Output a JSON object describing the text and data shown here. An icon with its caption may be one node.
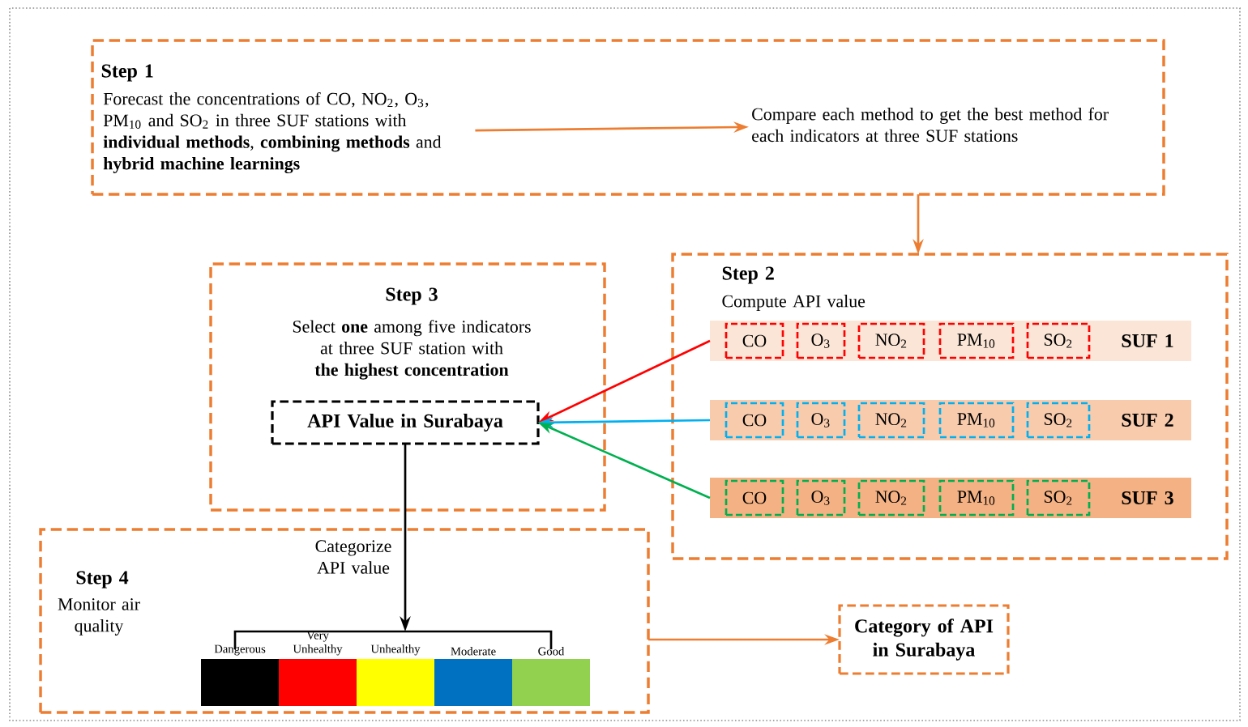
{
  "diagram": {
    "nodes": [
      {
        "text": [
          "Step 1"
        ]
      },
      {
        "text": [
          "Forecast the concentrations of CO, NO$_{2}$, O$_{3}$, PM$_{10}$ and SO$_{2}$ in three SUF stations with **individual methods**, **combining methods** and **hybrid machine learnings**"
        ],
        "in": 0
      },
      {
        "text": [
          "Compare each method to get the best method for each indicators at three SUF stations"
        ],
        "in": 0
      },
      {
        "text": [
          "Step 2",
          "Compute API value"
        ]
      },
      {
        "text": [
          "SUF 1"
        ],
        "in": 3
      },
      {
        "text": [
          "CO"
        ],
        "in": 4
      },
      {
        "text": [
          "O$_{3}$"
        ],
        "in": 4
      },
      {
        "text": [
          "NO$_{2}$"
        ],
        "in": 4
      },
      {
        "text": [
          "PM$_{10}$"
        ],
        "in": 4
      },
      {
        "text": [
          "SO$_{2}$"
        ],
        "in": 4
      },
      {
        "text": [
          "SUF 2"
        ],
        "in": 3
      },
      {
        "text": [
          "CO"
        ],
        "in": 10
      },
      {
        "text": [
          "O$_{3}$"
        ],
        "in": 10
      },
      {
        "text": [
          "NO$_{2}$"
        ],
        "in": 10
      },
      {
        "text": [
          "PM$_{10}$"
        ],
        "in": 10
      },
      {
        "text": [
          "SO$_{2}$"
        ],
        "in": 10
      },
      {
        "text": [
          "SUF 3"
        ],
        "in": 3
      },
      {
        "text": [
          "CO"
        ],
        "in": 16
      },
      {
        "text": [
          "O$_{3}$"
        ],
        "in": 16
      },
      {
        "text": [
          "NO$_{2}$"
        ],
        "in": 16
      },
      {
        "text": [
          "PM$_{10}$"
        ],
        "in": 16
      },
      {
        "text": [
          "SO$_{2}$"
        ],
        "in": 16
      },
      {
        "text": [
          "Step 3",
          "Select **one** among five indicators at three SUF station with **the highest concentration**"
        ]
      },
      {
        "text": [
          "API Value in Surabaya"
        ],
        "in": 22
      },
      {
        "text": [
          "Step 4",
          "Monitor air quality"
        ]
      },
      {
        "text": [],
        "shape": "bracket",
        "in": 24
      },
      {
        "text": [
          "Category of API in Surabaya"
        ]
      }
    ],
    "edges": [
      {
        "from": 1,
        "to": 2,
        "arrow": "to"
      },
      {
        "from": 0,
        "to": 3,
        "arrow": "to"
      },
      {
        "from": 4,
        "to": 23,
        "arrow": "to",
        "color": "#ff0000"
      },
      {
        "from": 10,
        "to": 23,
        "arrow": "to",
        "color": "#00b0f0"
      },
      {
        "from": 16,
        "to": 23,
        "arrow": "to",
        "color": "#00b050"
      },
      {
        "from": 23,
        "to": 25,
        "arrow": "to",
        "label": "Categorize API value",
        "color": "#000000"
      },
      {
        "from": 24,
        "to": 26,
        "arrow": "to"
      }
    ],
    "legend": [
      {
        "text": "Dangerous",
        "color": "#000000"
      },
      {
        "text": "Very Unhealthy",
        "color": "#ff0000"
      },
      {
        "text": "Unhealthy",
        "color": "#ffff00"
      },
      {
        "text": "Moderate",
        "color": "#0070c0"
      },
      {
        "text": "Good",
        "color": "#92d050"
      }
    ]
  }
}
